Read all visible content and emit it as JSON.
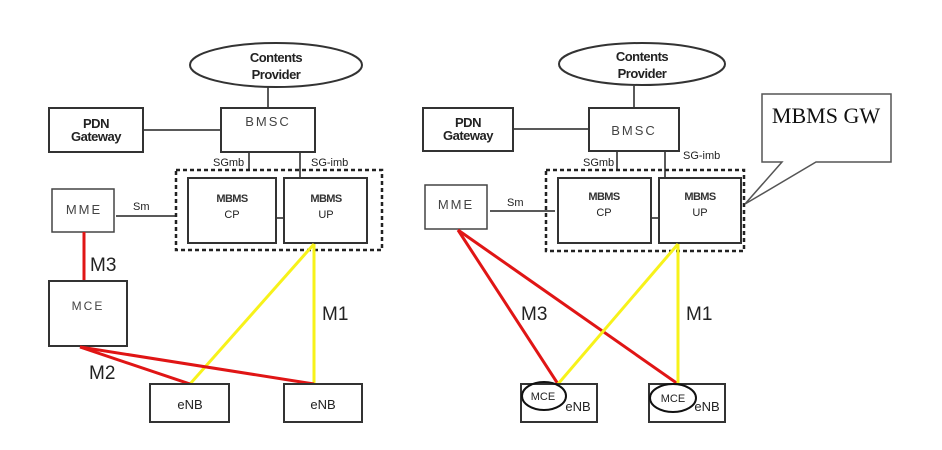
{
  "diagrams": [
    {
      "name": "left",
      "nodes": {
        "contents_provider": [
          "Contents",
          "Provider"
        ],
        "pdn_gateway": [
          "PDN",
          "Gateway"
        ],
        "bmsc": "BMSC",
        "mbms_cp": [
          "MBMS",
          "CP"
        ],
        "mbms_up": [
          "MBMS",
          "UP"
        ],
        "mme": "MME",
        "mce": "MCE",
        "enb_1": "eNB",
        "enb_2": "eNB"
      },
      "interfaces": {
        "sgmb": "SGmb",
        "sgimb": "SG-imb",
        "sm": "Sm",
        "m1": "M1",
        "m2": "M2",
        "m3": "M3"
      }
    },
    {
      "name": "right",
      "nodes": {
        "contents_provider": [
          "Contents",
          "Provider"
        ],
        "pdn_gateway": [
          "PDN",
          "Gateway"
        ],
        "bmsc": "BMSC",
        "mbms_cp": [
          "MBMS",
          "CP"
        ],
        "mbms_up": [
          "MBMS",
          "UP"
        ],
        "mme": "MME",
        "enb_1": "eNB",
        "enb_2": "eNB",
        "mce_in_enb_1": "MCE",
        "mce_in_enb_2": "MCE"
      },
      "interfaces": {
        "sgmb": "SGmb",
        "sgimb": "SG-imb",
        "sm": "Sm",
        "m1": "M1",
        "m3": "M3"
      },
      "callout": "MBMS GW"
    }
  ],
  "colors": {
    "m1_link": "#f7f21a",
    "m2_m3_link": "#e01515",
    "outline": "#333333"
  }
}
